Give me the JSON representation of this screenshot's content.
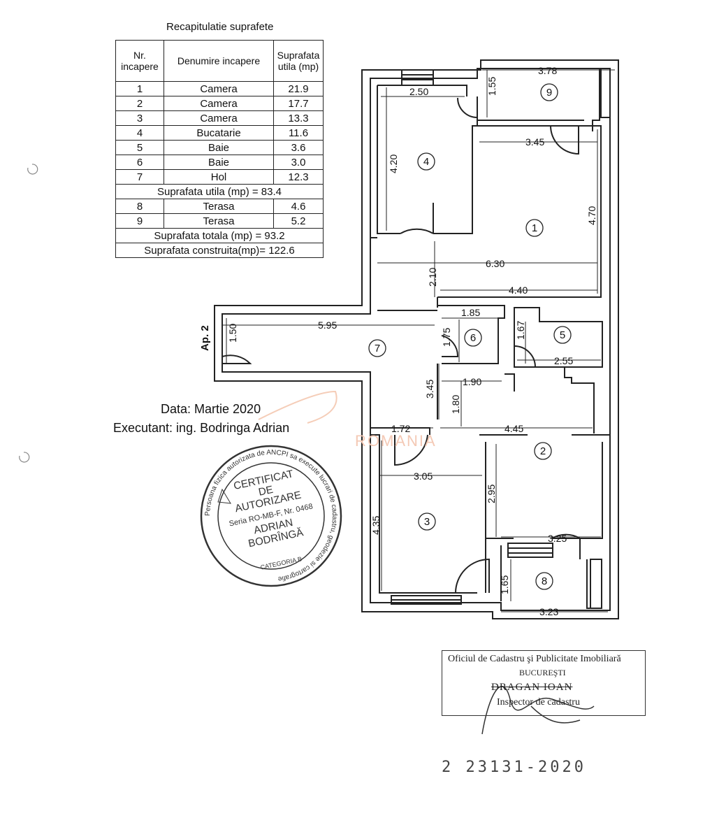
{
  "recap": {
    "title": "Recapitulatie suprafete",
    "headers": {
      "nr": "Nr. incapere",
      "name": "Denumire incapere",
      "area": "Suprafata utila (mp)"
    },
    "rooms_a": [
      {
        "nr": "1",
        "name": "Camera",
        "area": "21.9"
      },
      {
        "nr": "2",
        "name": "Camera",
        "area": "17.7"
      },
      {
        "nr": "3",
        "name": "Camera",
        "area": "13.3"
      },
      {
        "nr": "4",
        "name": "Bucatarie",
        "area": "11.6"
      },
      {
        "nr": "5",
        "name": "Baie",
        "area": "3.6"
      },
      {
        "nr": "6",
        "name": "Baie",
        "area": "3.0"
      },
      {
        "nr": "7",
        "name": "Hol",
        "area": "12.3"
      }
    ],
    "useful_total": "Suprafata utila (mp) = 83.4",
    "rooms_b": [
      {
        "nr": "8",
        "name": "Terasa",
        "area": "4.6"
      },
      {
        "nr": "9",
        "name": "Terasa",
        "area": "5.2"
      }
    ],
    "total": "Suprafata totala (mp) = 93.2",
    "built": "Suprafata construita(mp)= 122.6"
  },
  "plan": {
    "room_numbers": [
      "1",
      "2",
      "3",
      "4",
      "5",
      "6",
      "7",
      "8",
      "9"
    ],
    "dimensions": [
      "3.78",
      "1.55",
      "2.50",
      "3.45",
      "4.20",
      "4.70",
      "6.30",
      "2.10",
      "4.40",
      "1.85",
      "1.67",
      "5.95",
      "1.50",
      "1.75",
      "2.55",
      "3.45",
      "1.90",
      "1.80",
      "1.72",
      "4.45",
      "3.05",
      "2.95",
      "4.35",
      "3.25",
      "1.65",
      "3.23"
    ],
    "apartment_label": "Ap. 2"
  },
  "footer": {
    "date": "Data: Martie 2020",
    "executant": "Executant: ing. Bodringa  Adrian",
    "watermark": "ROMANIA"
  },
  "stamp": {
    "ring": "Persoana fizica autorizata de ANCPI sa execute lucrari de cadastru, geodezie si cartografie",
    "line1": "CERTIFICAT",
    "line2": "DE",
    "line3": "AUTORIZARE",
    "series": "Seria RO-MB-F, Nr. 0468",
    "name1": "ADRIAN",
    "name2": "BODRÎNGĂ",
    "category": "CATEGORIA B"
  },
  "cadastru": {
    "line1": "Oficiul de Cadastru şi Publicitate Imobiliară",
    "line2": "BUCUREŞTI",
    "line3": "DRAGAN IOAN",
    "line4": "Inspector de cadastru"
  },
  "registration": "2 23131-2020"
}
